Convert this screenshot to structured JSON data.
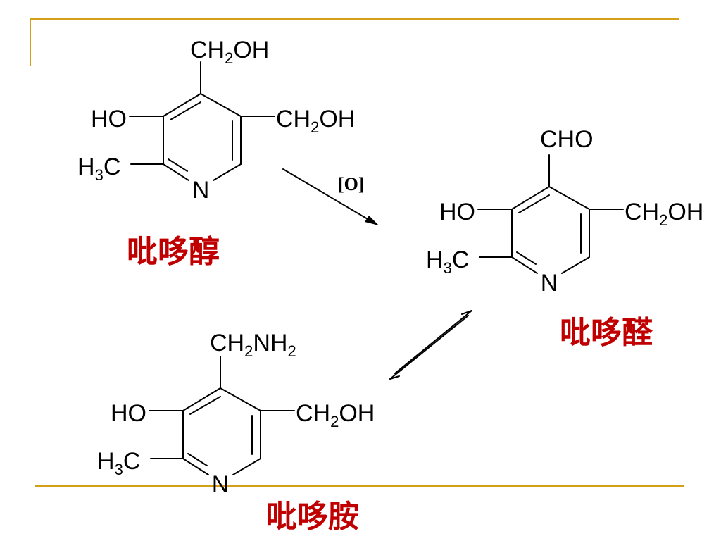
{
  "colors": {
    "frame": "#D4A017",
    "name": "#C00000",
    "ink": "#000000"
  },
  "reaction": {
    "oxidant": "[O]"
  },
  "compounds": [
    {
      "id": "pyridoxol",
      "name": "吡哆醇",
      "labels": {
        "top": {
          "main": "CH",
          "sub": "2",
          "tail": "OH"
        },
        "right": {
          "main": "CH",
          "sub": "2",
          "tail": "OH"
        },
        "hydroxy": "HO",
        "methyl": {
          "main": "H",
          "sub": "3",
          "tail": "C"
        },
        "nitrogen": "N"
      }
    },
    {
      "id": "pyridoxal",
      "name": "吡哆醛",
      "labels": {
        "top": {
          "main": "CHO",
          "sub": "",
          "tail": ""
        },
        "right": {
          "main": "CH",
          "sub": "2",
          "tail": "OH"
        },
        "hydroxy": "HO",
        "methyl": {
          "main": "H",
          "sub": "3",
          "tail": "C"
        },
        "nitrogen": "N"
      }
    },
    {
      "id": "pyridoxamine",
      "name": "吡哆胺",
      "labels": {
        "top": {
          "main": "CH",
          "sub": "2",
          "tail": "NH",
          "sub2": "2"
        },
        "right": {
          "main": "CH",
          "sub": "2",
          "tail": "OH"
        },
        "hydroxy": "HO",
        "methyl": {
          "main": "H",
          "sub": "3",
          "tail": "C"
        },
        "nitrogen": "N"
      }
    }
  ]
}
